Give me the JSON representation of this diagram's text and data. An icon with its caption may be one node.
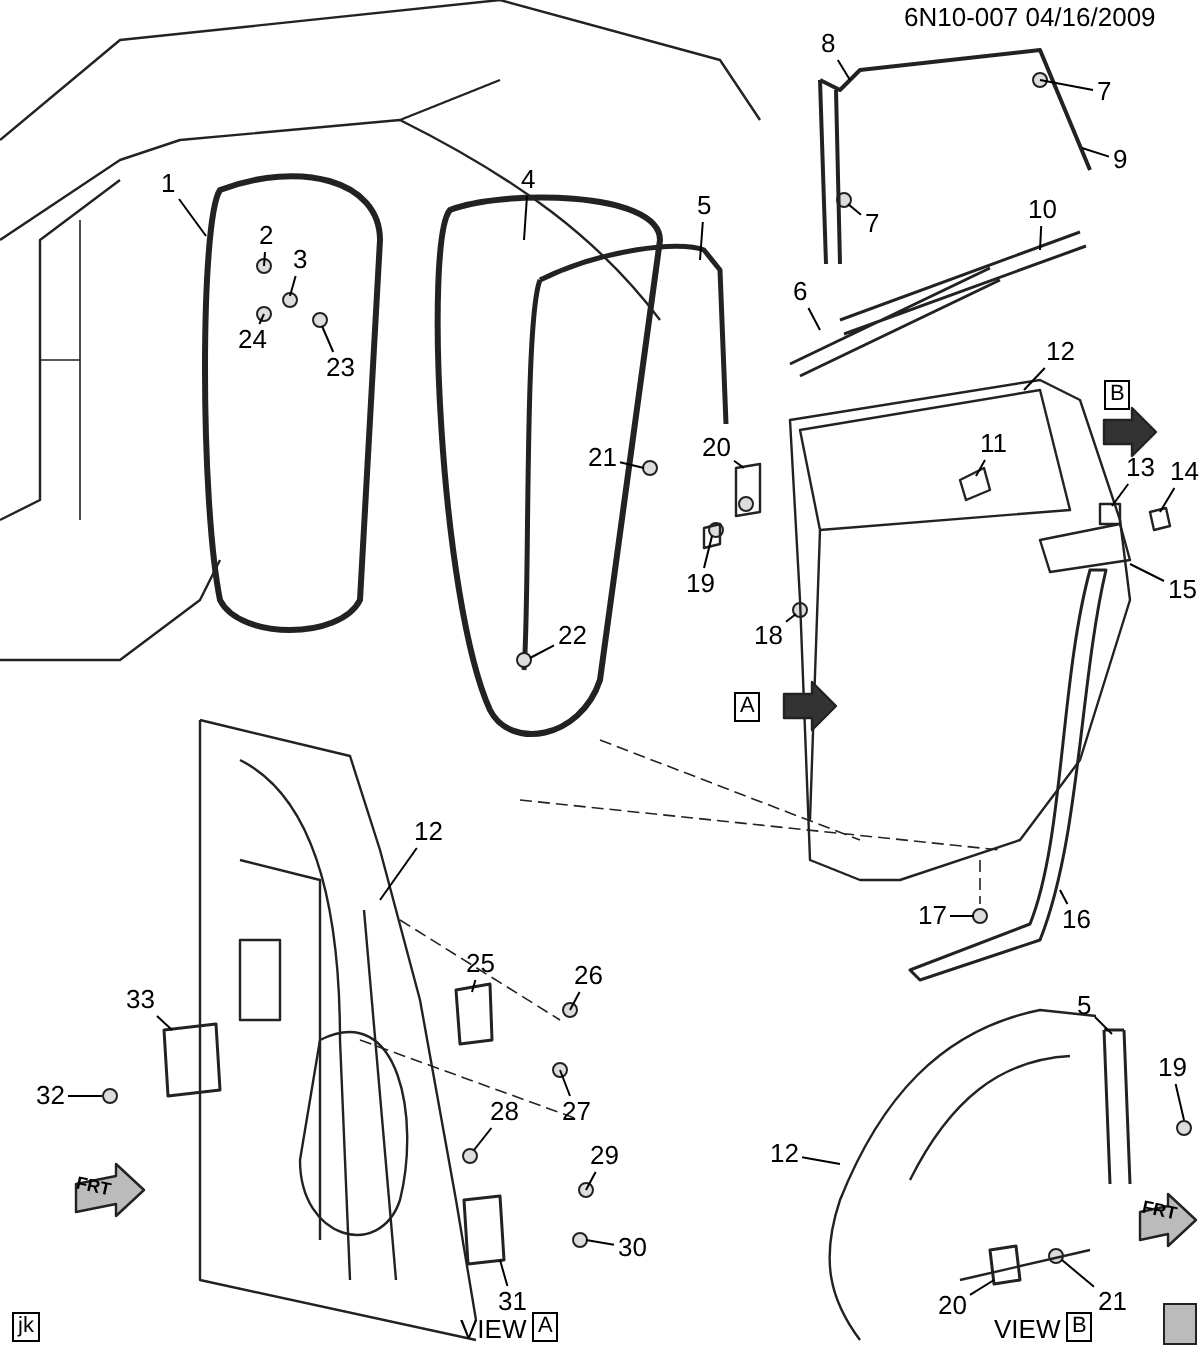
{
  "diagram": {
    "nodes": [
      {
        "text": [
          "1"
        ]
      },
      {
        "text": [
          "2"
        ]
      },
      {
        "text": [
          "3"
        ]
      },
      {
        "text": [
          "24"
        ]
      },
      {
        "text": [
          "23"
        ]
      },
      {
        "text": [
          "4"
        ]
      },
      {
        "text": [
          "5"
        ]
      },
      {
        "text": [
          "6"
        ]
      },
      {
        "text": [
          "7"
        ]
      },
      {
        "text": [
          "7"
        ]
      },
      {
        "text": [
          "8"
        ]
      },
      {
        "text": [
          "9"
        ]
      },
      {
        "text": [
          "10"
        ]
      },
      {
        "text": [
          "11"
        ]
      },
      {
        "text": [
          "12"
        ]
      },
      {
        "text": [
          "13"
        ]
      },
      {
        "text": [
          "14"
        ]
      },
      {
        "text": [
          "15"
        ]
      },
      {
        "text": [
          "16"
        ]
      },
      {
        "text": [
          "17"
        ]
      },
      {
        "text": [
          "18"
        ]
      },
      {
        "text": [
          "19"
        ]
      },
      {
        "text": [
          "20"
        ]
      },
      {
        "text": [
          "21"
        ]
      },
      {
        "text": [
          "22"
        ]
      },
      {
        "text": [
          "12"
        ]
      },
      {
        "text": [
          "25"
        ]
      },
      {
        "text": [
          "26"
        ]
      },
      {
        "text": [
          "27"
        ]
      },
      {
        "text": [
          "28"
        ]
      },
      {
        "text": [
          "29"
        ]
      },
      {
        "text": [
          "30"
        ]
      },
      {
        "text": [
          "31"
        ]
      },
      {
        "text": [
          "33"
        ]
      },
      {
        "text": [
          "32"
        ]
      },
      {
        "text": [
          "5"
        ]
      },
      {
        "text": [
          "19"
        ]
      },
      {
        "text": [
          "12"
        ]
      },
      {
        "text": [
          "20"
        ]
      },
      {
        "text": [
          "21"
        ]
      }
    ],
    "edges": [
      {
        "from": 0,
        "to": null,
        "arrow": "none"
      },
      {
        "from": 1,
        "to": null,
        "arrow": "none"
      },
      {
        "from": 2,
        "to": null,
        "arrow": "none"
      },
      {
        "from": 3,
        "to": null,
        "arrow": "none"
      },
      {
        "from": 4,
        "to": null,
        "arrow": "none"
      },
      {
        "from": 5,
        "to": null,
        "arrow": "none"
      },
      {
        "from": 6,
        "to": null,
        "arrow": "none"
      },
      {
        "from": 7,
        "to": null,
        "arrow": "none"
      },
      {
        "from": 8,
        "to": null,
        "arrow": "none"
      },
      {
        "from": 9,
        "to": null,
        "arrow": "none"
      },
      {
        "from": 10,
        "to": null,
        "arrow": "none"
      },
      {
        "from": 11,
        "to": null,
        "arrow": "none"
      },
      {
        "from": 12,
        "to": null,
        "arrow": "none"
      },
      {
        "from": 13,
        "to": null,
        "arrow": "none"
      },
      {
        "from": 14,
        "to": null,
        "arrow": "none"
      },
      {
        "from": 15,
        "to": null,
        "arrow": "none"
      },
      {
        "from": 16,
        "to": null,
        "arrow": "none"
      },
      {
        "from": 17,
        "to": null,
        "arrow": "none"
      },
      {
        "from": 18,
        "to": null,
        "arrow": "none"
      },
      {
        "from": 19,
        "to": null,
        "arrow": "none"
      },
      {
        "from": 20,
        "to": null,
        "arrow": "none"
      },
      {
        "from": 21,
        "to": null,
        "arrow": "none"
      },
      {
        "from": 22,
        "to": null,
        "arrow": "none"
      },
      {
        "from": 23,
        "to": null,
        "arrow": "none"
      },
      {
        "from": 24,
        "to": null,
        "arrow": "none"
      },
      {
        "from": 25,
        "to": null,
        "arrow": "none"
      },
      {
        "from": 26,
        "to": null,
        "arrow": "none"
      },
      {
        "from": 27,
        "to": null,
        "arrow": "none"
      },
      {
        "from": 28,
        "to": null,
        "arrow": "none"
      },
      {
        "from": 29,
        "to": null,
        "arrow": "none"
      },
      {
        "from": 30,
        "to": null,
        "arrow": "none"
      },
      {
        "from": 31,
        "to": null,
        "arrow": "none"
      },
      {
        "from": 32,
        "to": null,
        "arrow": "none"
      },
      {
        "from": 33,
        "to": null,
        "arrow": "none"
      },
      {
        "from": 34,
        "to": null,
        "arrow": "none"
      },
      {
        "from": 35,
        "to": null,
        "arrow": "none"
      },
      {
        "from": 36,
        "to": null,
        "arrow": "none"
      },
      {
        "from": 37,
        "to": null,
        "arrow": "none"
      },
      {
        "from": 38,
        "to": null,
        "arrow": "none"
      },
      {
        "from": 39,
        "to": null,
        "arrow": "none"
      }
    ],
    "labels": [
      "6N10-007  04/16/2009",
      "B",
      "A",
      "FRT",
      "FRT",
      "jk",
      "VIEW",
      "A",
      "VIEW",
      "B"
    ]
  }
}
